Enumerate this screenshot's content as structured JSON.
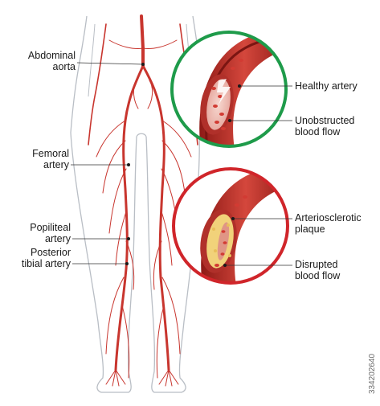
{
  "labels": {
    "abdominal_aorta": [
      "Abdominal",
      "aorta"
    ],
    "femoral_artery": [
      "Femoral",
      "artery"
    ],
    "popliteal_artery": [
      "Popiliteal",
      "artery"
    ],
    "posterior_tibial_artery": [
      "Posterior",
      "tibial artery"
    ],
    "healthy_artery": "Healthy artery",
    "unobstructed_flow": [
      "Unobstructed",
      "blood flow"
    ],
    "arteriosclerotic_plaque": [
      "Arteriosclerotic",
      "plaque"
    ],
    "disrupted_flow": [
      "Disrupted",
      "blood flow"
    ]
  },
  "stock_id": "334202640",
  "colors": {
    "artery": "#c8352e",
    "healthy_ring": "#1e9b4a",
    "disease_ring": "#d0252a",
    "plaque": "#f1d27a",
    "body_outline": "#b9bec5"
  }
}
